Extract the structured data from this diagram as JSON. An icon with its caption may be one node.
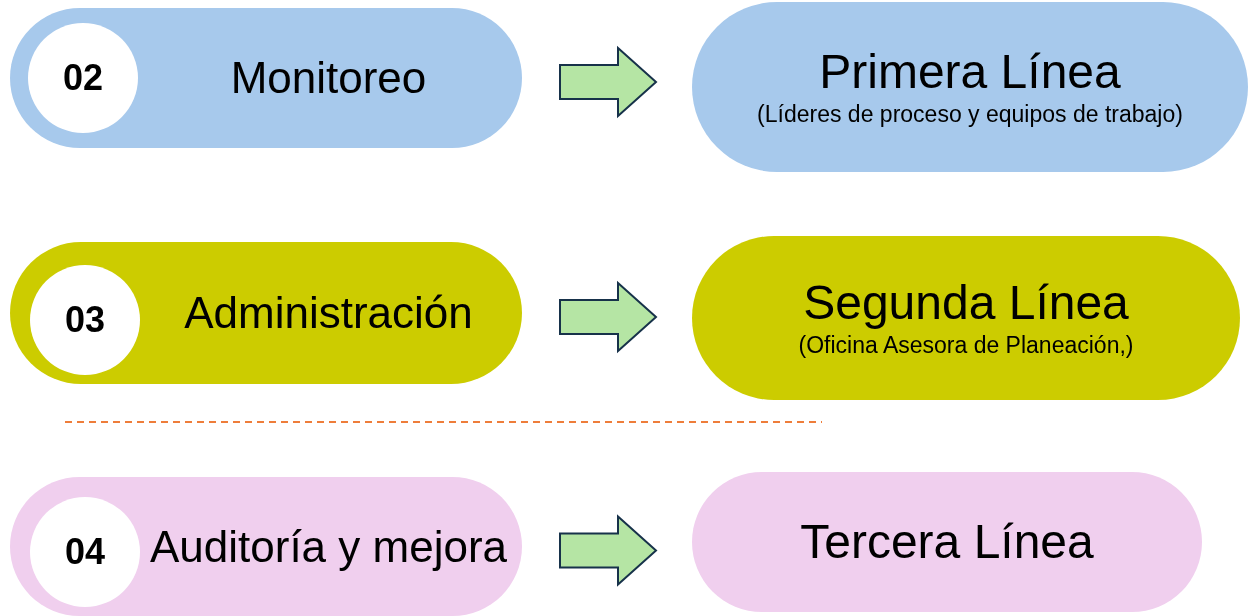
{
  "diagram": {
    "nodes": [
      {
        "text": [
          "Monitoreo"
        ]
      },
      {
        "text": [
          "02"
        ],
        "in": 0
      },
      {
        "text": [
          "Primera Línea",
          "(Líderes de proceso y equipos de trabajo)"
        ]
      },
      {
        "text": [
          "Administración"
        ]
      },
      {
        "text": [
          "03"
        ],
        "in": 3
      },
      {
        "text": [
          "Segunda Línea",
          "(Oficina Asesora de Planeación,)"
        ]
      },
      {
        "text": [
          "Auditoría y mejora"
        ]
      },
      {
        "text": [
          "04"
        ],
        "in": 6
      },
      {
        "text": [
          "Tercera Línea"
        ]
      }
    ],
    "edges": [
      {
        "from": 0,
        "to": 2,
        "arrow": "to"
      },
      {
        "from": 3,
        "to": 5,
        "arrow": "to"
      },
      {
        "from": 6,
        "to": 8,
        "arrow": "to"
      }
    ]
  }
}
